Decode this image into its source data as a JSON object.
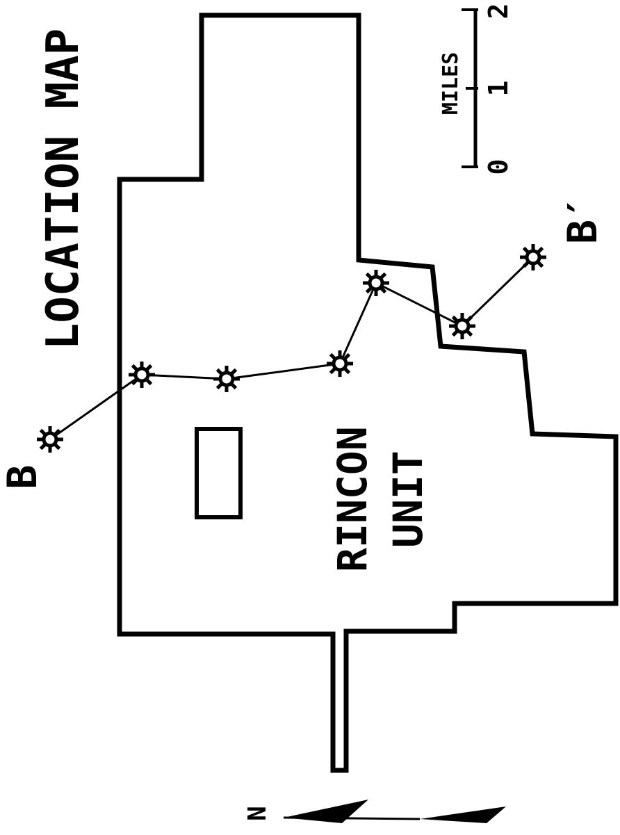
{
  "map": {
    "title": "LOCATION MAP",
    "unit_label_line1": "RINCON",
    "unit_label_line2": "UNIT",
    "section_start_label": "B",
    "section_end_label": "B′",
    "north_label": "N",
    "scale": {
      "unit": "MILES",
      "ticks": [
        "0",
        "1",
        "2"
      ]
    },
    "wells_icon": "well-symbol-icon",
    "colors": {
      "ink": "#000000",
      "paper": "#ffffff"
    }
  }
}
